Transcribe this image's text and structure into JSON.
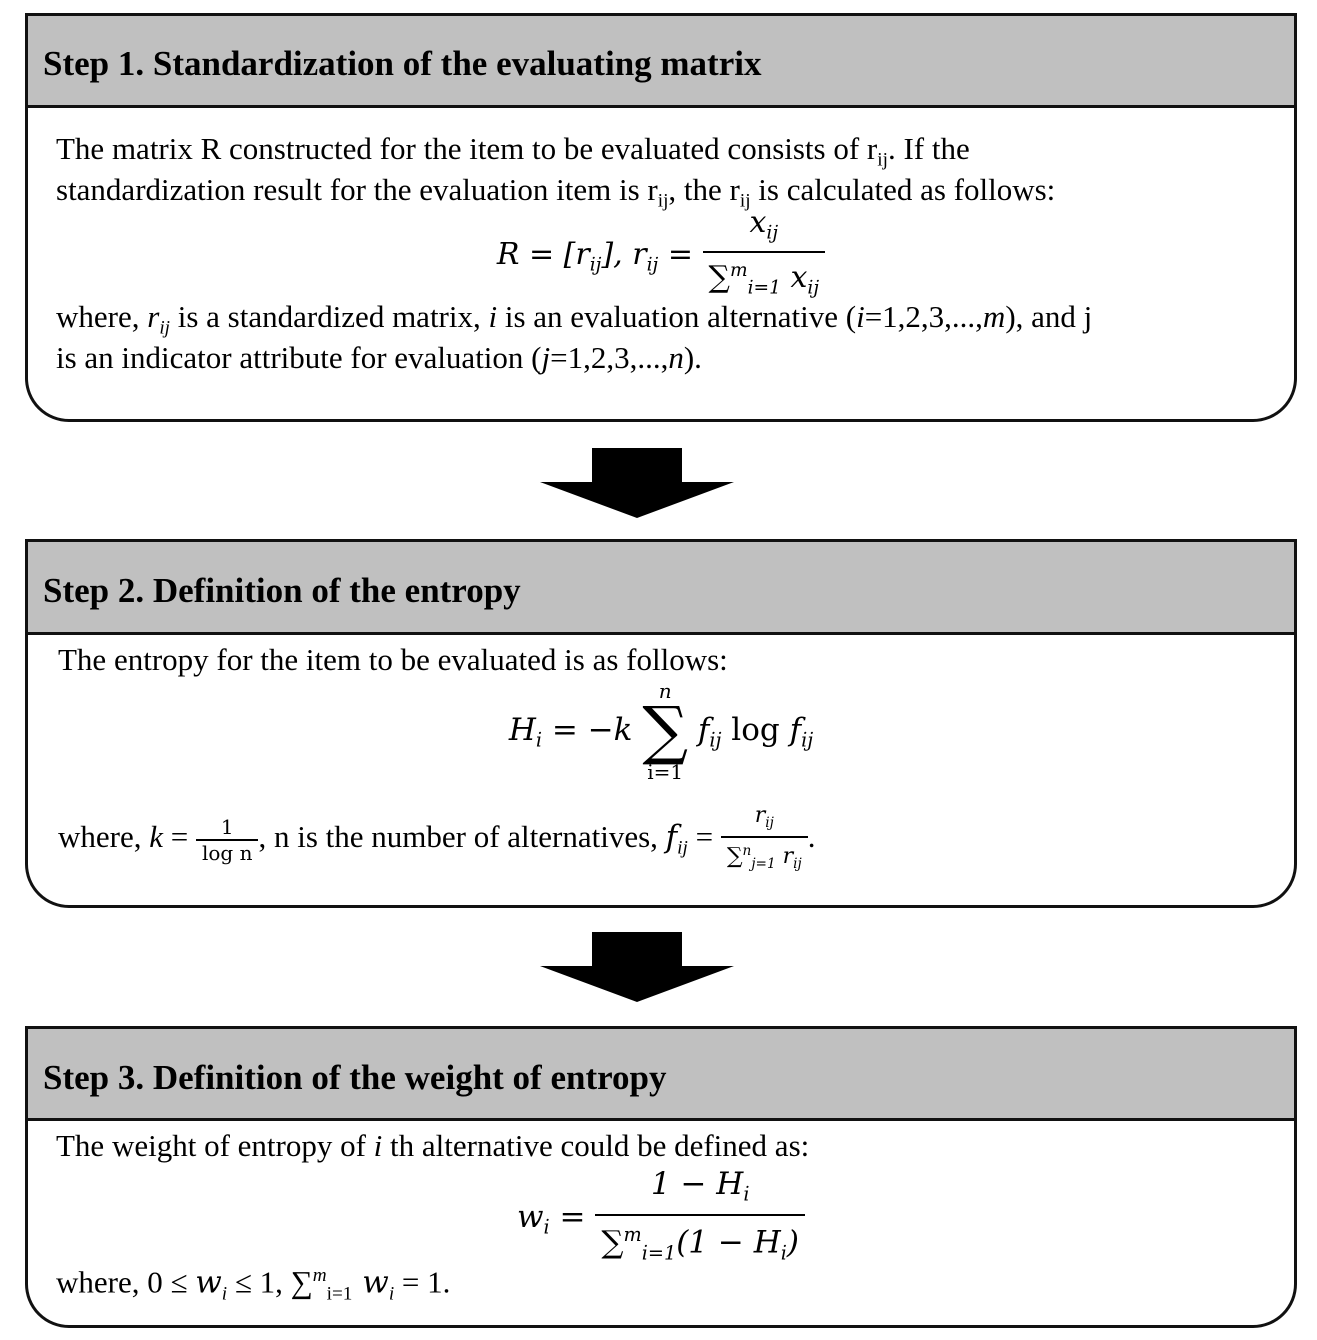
{
  "step1": {
    "title": "Step 1. Standardization of the evaluating matrix",
    "line1_a": "The matrix R constructed for the item to be evaluated consists of r",
    "line1_sub": "ij",
    "line1_b": ". If the",
    "line2_a": "standardization result for the evaluation item is r",
    "line2_sub1": "ij",
    "line2_b": ", the r",
    "line2_sub2": "ij",
    "line2_c": " is calculated as follows:",
    "formula_left": "R = [r",
    "formula_left_sub": "ij",
    "formula_mid": "], r",
    "formula_mid_sub": "ij",
    "formula_eq": " =",
    "formula_num": "x",
    "formula_num_sub": "ij",
    "formula_den_sigma": "∑",
    "formula_den_sup": "m",
    "formula_den_sub": "i=1",
    "formula_den_var": " x",
    "formula_den_var_sub": "ij",
    "where_a": "where, ",
    "where_r": "r",
    "where_r_sub": "ij",
    "where_b": " is a standardized matrix, ",
    "where_i": "i",
    "where_c": " is an evaluation alternative (",
    "where_i2": "i",
    "where_d": "=1,2,3,...,",
    "where_m": "m",
    "where_e": "), and j",
    "last_a": "is an indicator attribute for evaluation (",
    "last_j": "j",
    "last_b": "=1,2,3,...,",
    "last_n": "n",
    "last_c": ")."
  },
  "step2": {
    "title": "Step 2. Definition of the entropy",
    "intro": "The entropy for the item to be evaluated is as follows:",
    "H": "H",
    "H_sub": "i",
    "eq": " = −k ",
    "sum_top": "n",
    "sum_sym": "∑",
    "sum_bottom": "i=1",
    "f1": " f",
    "f1_sub": "ij",
    "log": " log ",
    "f2": "f",
    "f2_sub": "ij",
    "where_a": "where, ",
    "k": "k",
    "k_eq": " = ",
    "k_num": "1",
    "k_den": "log n",
    "where_b": ", n is the number of alternatives, ",
    "f": "f",
    "f_sub": "ij",
    "f_eq": " = ",
    "f_num": "r",
    "f_num_sub": "ij",
    "f_den_sigma": "∑",
    "f_den_sup": "n",
    "f_den_sub": "j=1",
    "f_den_var": " r",
    "f_den_var_sub": "ij",
    "end": "."
  },
  "step3": {
    "title": "Step 3. Definition of the weight of entropy",
    "intro_a": "The weight of entropy of ",
    "intro_i": "i",
    "intro_b": " th alternative could be defined as:",
    "w": "w",
    "w_sub": "i",
    "eq": " =",
    "num": "1 − H",
    "num_sub": "i",
    "den_sigma": "∑",
    "den_sup": "m",
    "den_sub": "i=1",
    "den_a": "(1 − H",
    "den_a_sub": "i",
    "den_b": ")",
    "where_a": "where, 0 ≤ ",
    "w2": "w",
    "w2_sub": "i",
    "where_b": " ≤ 1, ",
    "sigma": "∑",
    "sigma_sup": "m",
    "sigma_sub": "i=1",
    "w3": " w",
    "w3_sub": "i",
    "where_c": " = 1."
  },
  "colors": {
    "header": "#c0c0c0",
    "border": "#111111",
    "arrow": "#000000"
  }
}
